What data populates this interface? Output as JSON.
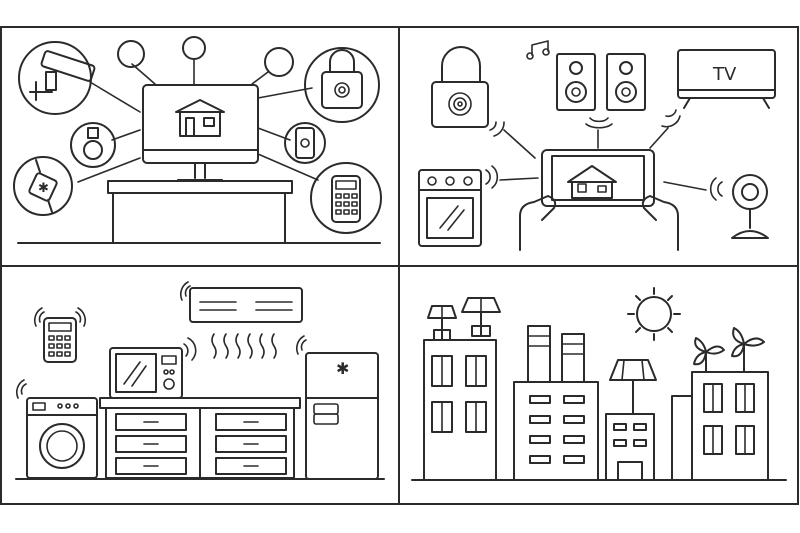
{
  "panels": [
    {
      "id": "smart-home-hub"
    },
    {
      "id": "remote-control"
    },
    {
      "id": "smart-kitchen"
    },
    {
      "id": "smart-city"
    }
  ],
  "tv_label": "TV",
  "colors": {
    "stroke": "#2b2b2b",
    "background": "#ffffff"
  }
}
